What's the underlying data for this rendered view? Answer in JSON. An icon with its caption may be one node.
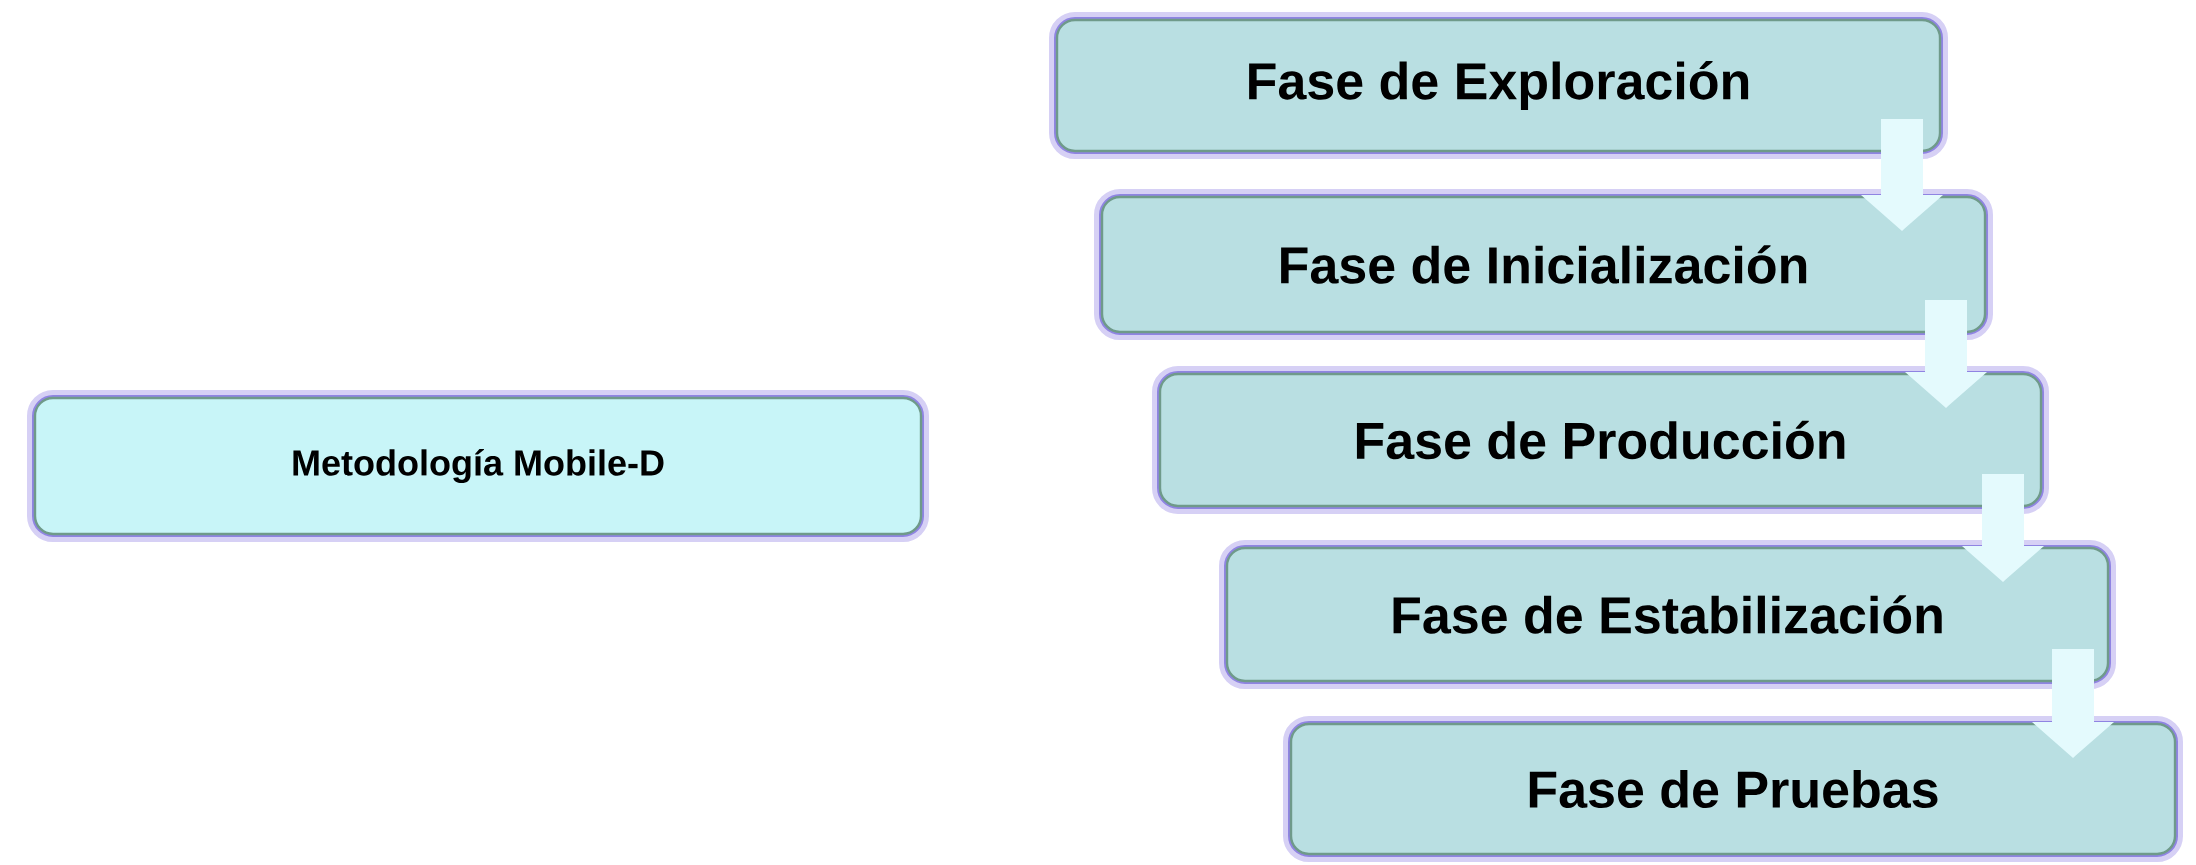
{
  "diagram": {
    "nodes": [
      {
        "text": [
          "Metodología Mobile-D"
        ]
      },
      {
        "text": [
          "Fase de Exploración"
        ]
      },
      {
        "text": [
          "Fase de Inicialización"
        ]
      },
      {
        "text": [
          "Fase de Producción"
        ]
      },
      {
        "text": [
          "Fase de Estabilización"
        ]
      },
      {
        "text": [
          "Fase de Pruebas"
        ]
      }
    ],
    "edges": [
      {
        "from": 1,
        "to": 2,
        "arrow": "to"
      },
      {
        "from": 2,
        "to": 3,
        "arrow": "to"
      },
      {
        "from": 3,
        "to": 4,
        "arrow": "to"
      },
      {
        "from": 4,
        "to": 5,
        "arrow": "to"
      }
    ]
  }
}
